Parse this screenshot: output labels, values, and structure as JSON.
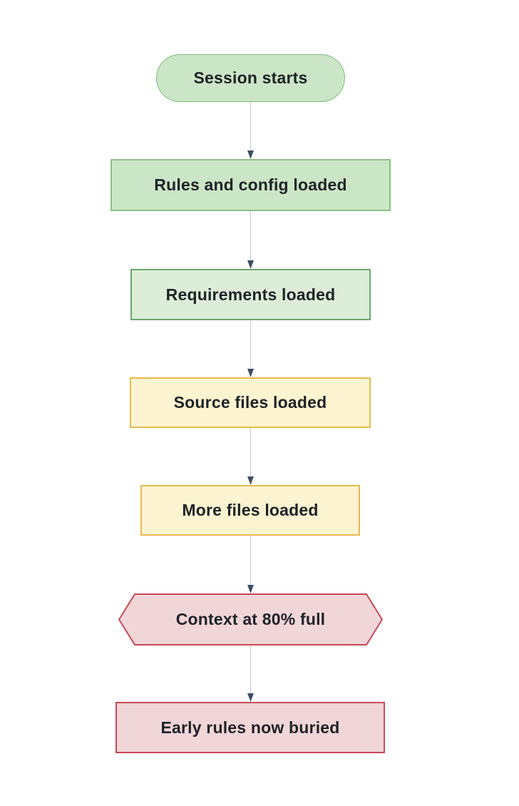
{
  "diagram": {
    "type": "flowchart",
    "direction": "top-down",
    "background": "#ffffff",
    "text_color": "#1e2227",
    "nodes": [
      {
        "id": "session-starts",
        "label": "Session starts",
        "shape": "stadium",
        "fill": "#cbe6c6",
        "border": "#82ba7d"
      },
      {
        "id": "rules-config-loaded",
        "label": "Rules and config loaded",
        "shape": "rect",
        "fill": "#cbe6c6",
        "border": "#8cc085"
      },
      {
        "id": "requirements-loaded",
        "label": "Requirements loaded",
        "shape": "rect",
        "fill": "#dcedd8",
        "border": "#6aa86a"
      },
      {
        "id": "source-files-loaded",
        "label": "Source files loaded",
        "shape": "rect",
        "fill": "#fcf3d0",
        "border": "#e7bb4f"
      },
      {
        "id": "more-files-loaded",
        "label": "More files loaded",
        "shape": "rect",
        "fill": "#fcf3d0",
        "border": "#e7bb4f"
      },
      {
        "id": "context-80-full",
        "label": "Context at 80% full",
        "shape": "hexagon",
        "fill": "#f1d6d8",
        "border": "#c64a56"
      },
      {
        "id": "early-rules-buried",
        "label": "Early rules now buried",
        "shape": "rect",
        "fill": "#f1d6d8",
        "border": "#c64a56"
      }
    ],
    "edges": [
      {
        "from": "session-starts",
        "to": "rules-config-loaded"
      },
      {
        "from": "rules-config-loaded",
        "to": "requirements-loaded"
      },
      {
        "from": "requirements-loaded",
        "to": "source-files-loaded"
      },
      {
        "from": "source-files-loaded",
        "to": "more-files-loaded"
      },
      {
        "from": "more-files-loaded",
        "to": "context-80-full"
      },
      {
        "from": "context-80-full",
        "to": "early-rules-buried"
      }
    ],
    "edge_style": {
      "line_color": "#d2d6db",
      "arrowhead_color": "#3e4e63"
    }
  }
}
